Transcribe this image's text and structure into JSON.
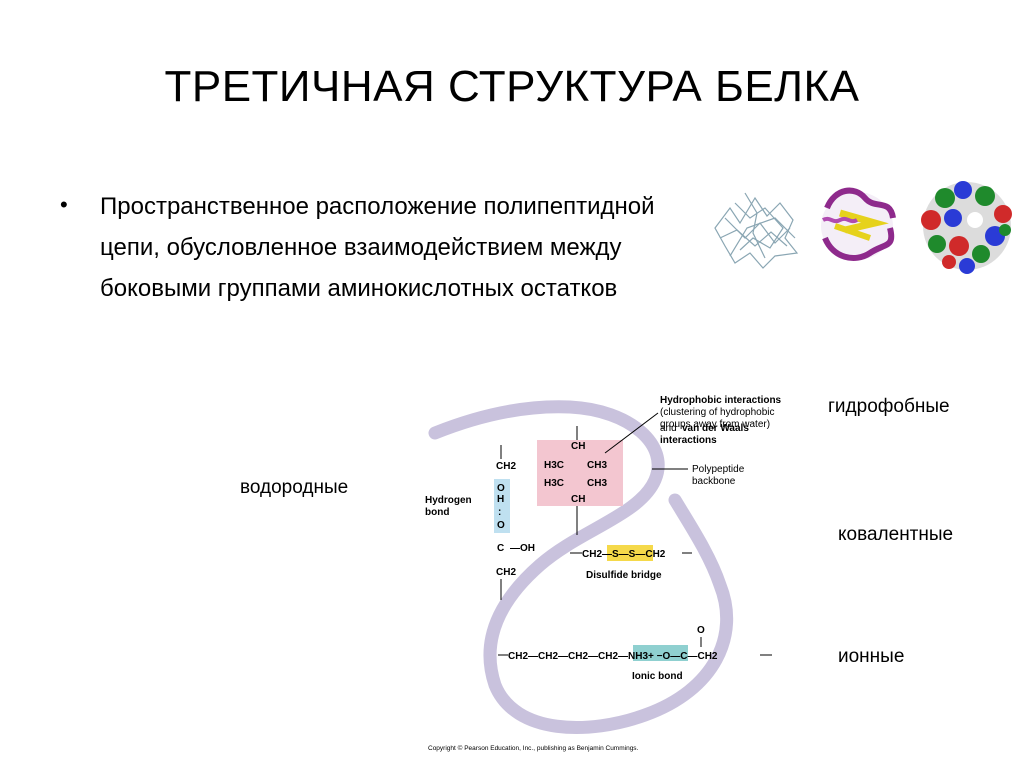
{
  "slide": {
    "title": "ТРЕТИЧНАЯ СТРУКТУРА БЕЛКА",
    "bullet": "Пространственное расположение полипептидной цепи, обусловленное взаимодействием между боковыми группами аминокислотных остатков",
    "labels": {
      "hydrogen": "водородные",
      "hydrophobic": "гидрофобные",
      "covalent": "ковалентные",
      "ionic": "ионные"
    }
  },
  "images": {
    "protein_models": [
      "wireframe-protein-model",
      "ribbon-protein-model",
      "space-filling-protein-model"
    ]
  },
  "diagram": {
    "callouts": {
      "hydrophobic_line1": "Hydrophobic interactions",
      "hydrophobic_line2": "(clustering of hydrophobic",
      "hydrophobic_line3": "groups away from water)",
      "hydrophobic_line4a": "and",
      "hydrophobic_line4b": "van der Waals",
      "hydrophobic_line5": "interactions",
      "backbone_line1": "Polypeptide",
      "backbone_line2": "backbone",
      "hbond_line1": "Hydrogen",
      "hbond_line2": "bond",
      "disulfide": "Disulfide bridge",
      "ionic": "Ionic bond"
    },
    "copyright": "Copyright © Pearson Education, Inc., publishing as Benjamin Cummings.",
    "colors": {
      "backbone": "#c9c2dd",
      "hydrophobic_box": "#f3c6d0",
      "hbond_box": "#bfe0f0",
      "disulfide_box": "#f5d94a",
      "ionic_box": "#8fd0d0"
    }
  }
}
